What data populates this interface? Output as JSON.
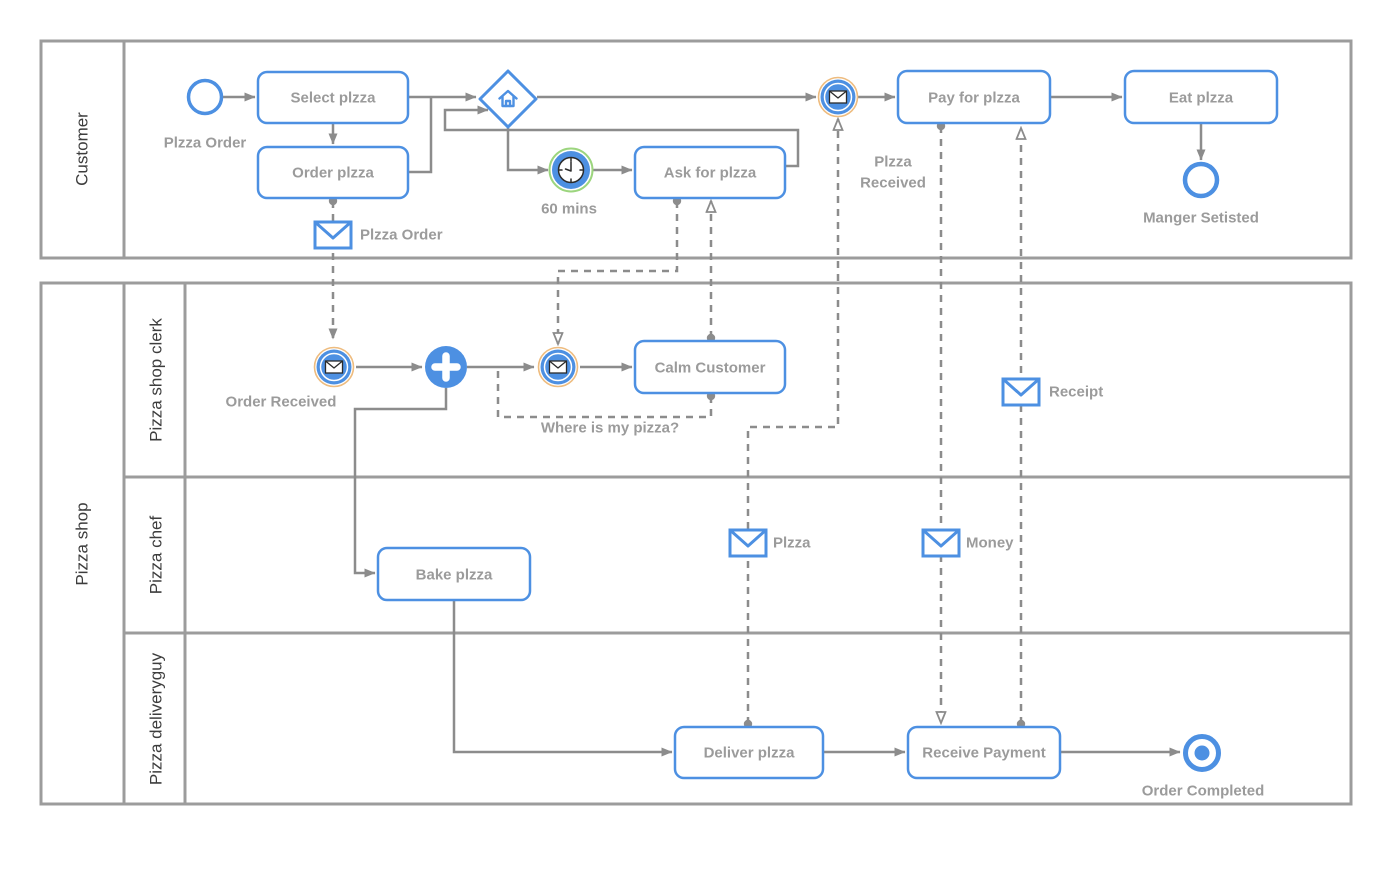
{
  "pools": {
    "customer": "Customer",
    "pizza_shop": "Pizza shop"
  },
  "lanes": {
    "clerk": "Pizza shop clerk",
    "chef": "Pizza chef",
    "delivery": "Pizza deliveryguy"
  },
  "tasks": {
    "select": "Select plzza",
    "order": "Order plzza",
    "ask": "Ask for plzza",
    "pay": "Pay for plzza",
    "eat": "Eat plzza",
    "calm": "Calm Customer",
    "bake": "Bake plzza",
    "deliver": "Deliver plzza",
    "receive_payment": "Receive Payment"
  },
  "events": {
    "start_label": "Plzza Order",
    "timer_label": "60 mins",
    "received_line1": "Plzza",
    "received_line2": "Received",
    "end_customer_label": "Manger Setisted",
    "order_received_label": "Order Received",
    "order_completed_label": "Order Completed"
  },
  "messages": {
    "pizza_order": "Plzza Order",
    "where_is_my_pizza": "Where is my pizza?",
    "receipt": "Receipt",
    "pizza": "Plzza",
    "money": "Money"
  },
  "colors": {
    "accent_blue": "#4d90e2",
    "flow_gray": "#8c8c8c",
    "pool_border": "#9c9c9c",
    "label_gray": "#9b9b9b",
    "dark_text": "#3d3d3d",
    "message_event_ring": "#eebc7f",
    "timer_ring": "#9cd57e"
  }
}
